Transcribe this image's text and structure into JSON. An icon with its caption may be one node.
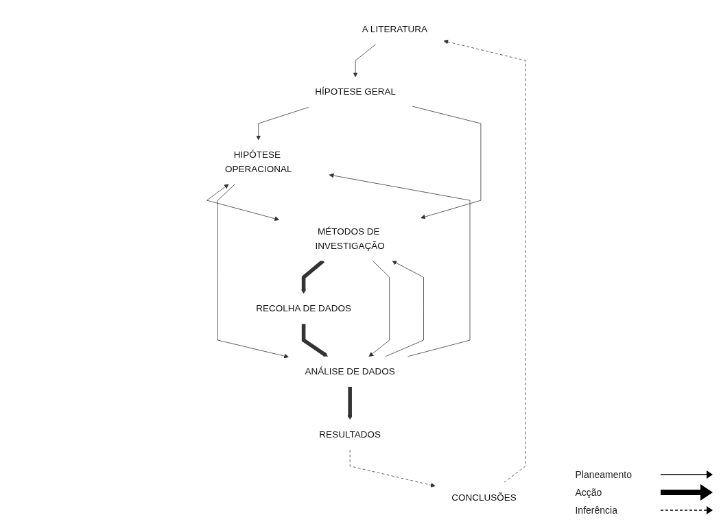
{
  "diagram": {
    "nodes": [
      {
        "text": [
          "A LITERATURA"
        ]
      },
      {
        "text": [
          "HÍPOTESE GERAL"
        ]
      },
      {
        "text": [
          "CONCLUSÕES"
        ]
      },
      {
        "text": [
          "HIPÓTESE OPERACIONAL"
        ]
      },
      {
        "text": [
          "MÉTODOS DE INVESTIGAÇÃO"
        ]
      },
      {
        "text": [
          "ANÁLISE DE DADOS"
        ]
      },
      {
        "text": [
          "RECOLHA DE DADOS"
        ]
      },
      {
        "text": [
          "RESULTADOS"
        ]
      }
    ],
    "edges": [
      {
        "from": 0,
        "to": 1,
        "arrow": "to"
      },
      {
        "from": 1,
        "to": 3,
        "arrow": "to"
      },
      {
        "from": 1,
        "to": 4,
        "arrow": "to"
      },
      {
        "from": 3,
        "to": 4,
        "arrow": "both"
      },
      {
        "from": 4,
        "to": 6,
        "arrow": "to",
        "style": "thick"
      },
      {
        "from": 6,
        "to": 5,
        "arrow": "to",
        "style": "thick"
      },
      {
        "from": 3,
        "to": 5,
        "arrow": "to"
      },
      {
        "from": 5,
        "to": 3,
        "arrow": "to"
      },
      {
        "from": 4,
        "to": 5,
        "arrow": "to"
      },
      {
        "from": 5,
        "to": 4,
        "arrow": "to"
      },
      {
        "from": 5,
        "to": 7,
        "arrow": "to",
        "style": "thick"
      },
      {
        "from": 7,
        "to": 2,
        "arrow": "to",
        "style": "dashed"
      },
      {
        "from": 2,
        "to": 0,
        "arrow": "to",
        "style": "dashed"
      }
    ],
    "legend": [
      {
        "text": "Planeamento"
      },
      {
        "text": "Acção"
      },
      {
        "text": "Inferência"
      }
    ]
  }
}
